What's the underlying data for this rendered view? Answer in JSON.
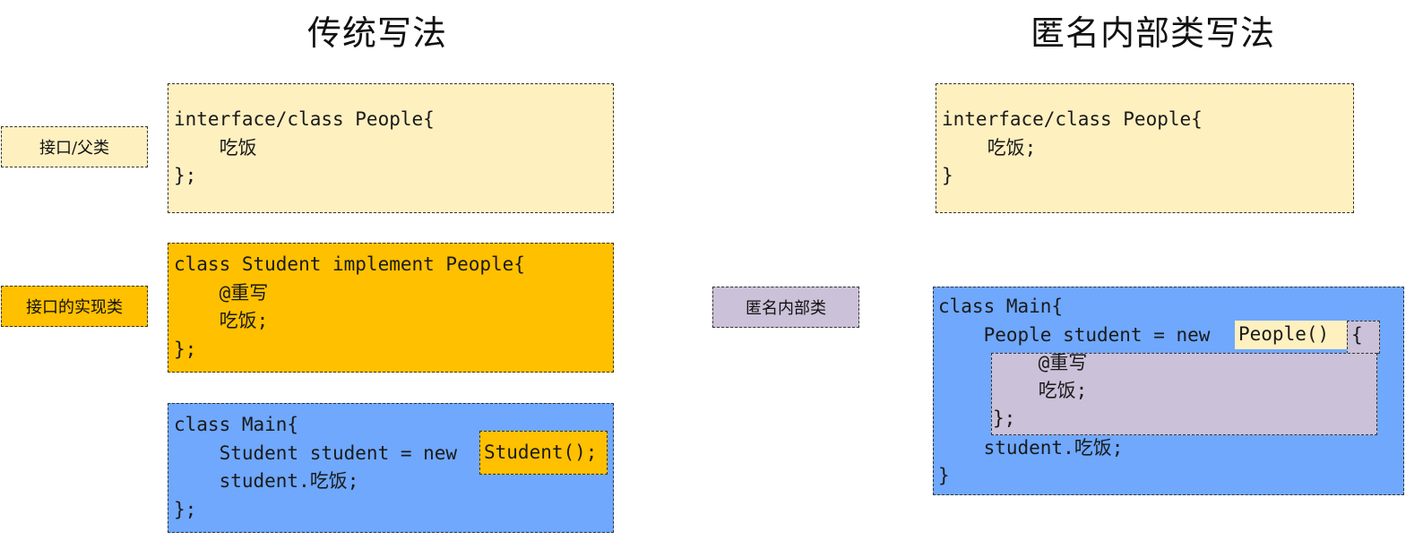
{
  "left": {
    "title": "传统写法",
    "label_interface": "接口/父类",
    "label_impl": "接口的实现类",
    "people_code": [
      "interface/class People{",
      "    吃饭",
      "};"
    ],
    "student_code": [
      "class Student implement People{",
      "    @重写",
      "    吃饭;",
      "};"
    ],
    "main_code": [
      "class Main{",
      "    Student student = new ",
      "    student.吃饭;",
      "};"
    ],
    "main_highlight": "Student();"
  },
  "middle": {
    "label_anon": "匿名内部类"
  },
  "right": {
    "title": "匿名内部类写法",
    "people_code": [
      "interface/class People{",
      "    吃饭;",
      "}"
    ],
    "main_code": [
      "class Main{",
      "    People student = new ",
      "",
      "",
      "",
      "    student.吃饭;",
      "}"
    ],
    "people_highlight": "People()",
    "open_brace": "{",
    "anon_body": [
      "    @重写",
      "    吃饭;",
      "};"
    ]
  },
  "colors": {
    "yellow": "#fff0c0",
    "orange": "#ffc000",
    "blue": "#6fa8fc",
    "purple": "#cbc1d8"
  }
}
